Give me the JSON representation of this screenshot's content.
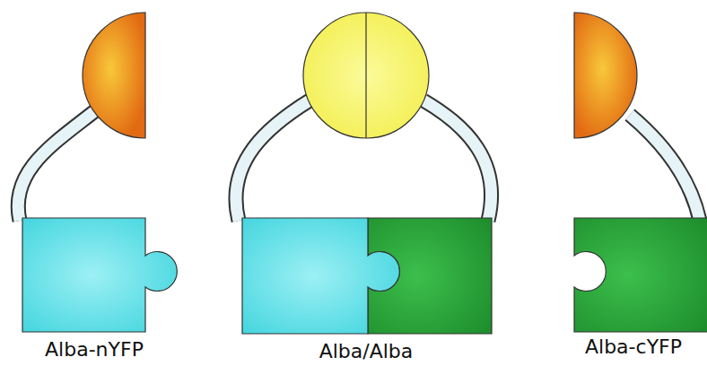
{
  "diagram": {
    "labels": [
      "Alba-nYFP",
      "Alba/Alba",
      "Alba-cYFP"
    ]
  }
}
